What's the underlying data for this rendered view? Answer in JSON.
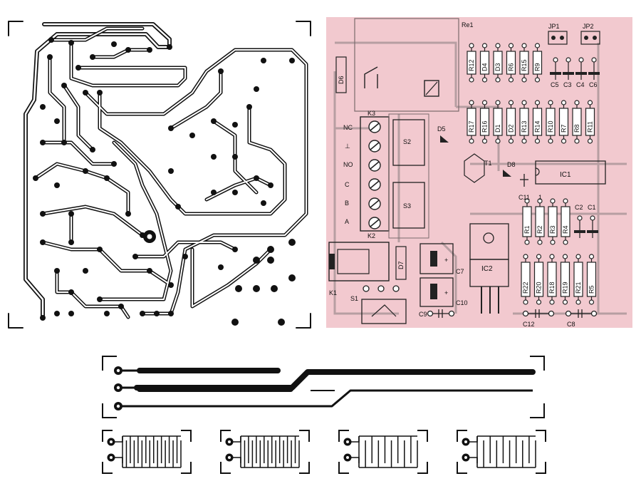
{
  "colors": {
    "copper": "#111111",
    "background": "#ffffff",
    "silkscreen_panel": "#f2c9cf",
    "silkscreen_line": "#7a6a6c"
  },
  "component_side": {
    "relay_label": "Re1",
    "jumpers": [
      "JP1",
      "JP2"
    ],
    "terminal_block_top": "K3",
    "terminal_block_bottom": "K2",
    "terminal_pins": [
      "NC",
      "⊥",
      "NO",
      "C",
      "B",
      "A"
    ],
    "switches": [
      "S2",
      "S3"
    ],
    "power_jack": "K1",
    "power_switch": "S1",
    "led_top": "D5",
    "led_mid": "D8",
    "transistor": "T1",
    "ic_main": "IC1",
    "ic_pin1": "1",
    "regulator": "IC2",
    "diode_vertical": [
      "D6",
      "D7"
    ],
    "res_row1": [
      "R12",
      "D4",
      "D3",
      "R6",
      "R15",
      "R9"
    ],
    "caps_row1": [
      "C5",
      "C3",
      "C4",
      "C6"
    ],
    "res_row2": [
      "R17",
      "R16",
      "D1",
      "D2",
      "R13",
      "R14",
      "R10",
      "R7",
      "R8",
      "R11"
    ],
    "res_row3": [
      "R1",
      "R2",
      "R3",
      "R4"
    ],
    "caps_row3": [
      "C2",
      "C1"
    ],
    "res_row4": [
      "R22",
      "R20",
      "R18",
      "R19",
      "R21",
      "R5"
    ],
    "cap_c11": "C11",
    "cap_c7": "C7",
    "cap_c10": "C10",
    "cap_c9": "C9",
    "cap_c12": "C12",
    "cap_c8": "C8",
    "plus": "+"
  }
}
